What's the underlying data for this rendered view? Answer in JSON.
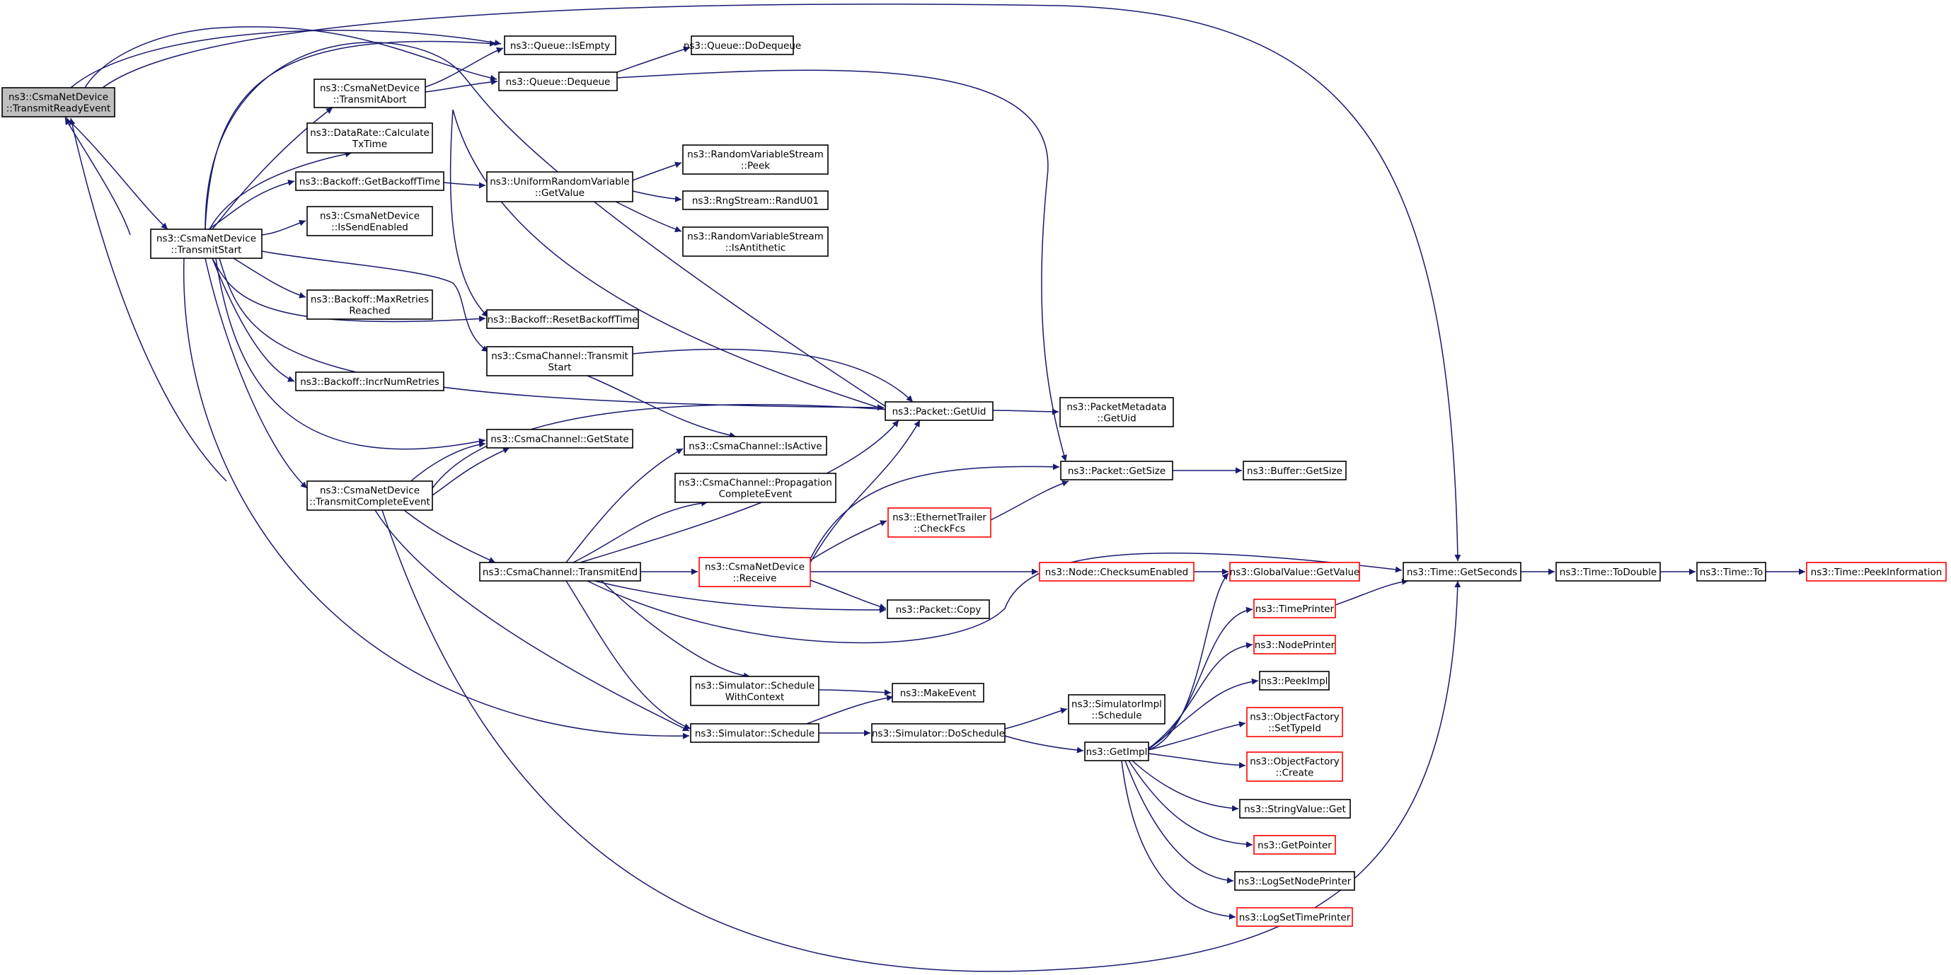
{
  "diagram": {
    "type": "call-graph",
    "nodes": [
      {
        "id": "transmitReady",
        "lines": [
          "ns3::CsmaNetDevice",
          "::TransmitReadyEvent"
        ],
        "style": "root"
      },
      {
        "id": "transmitStart",
        "lines": [
          "ns3::CsmaNetDevice",
          "::TransmitStart"
        ],
        "style": "normal"
      },
      {
        "id": "transmitAbort",
        "lines": [
          "ns3::CsmaNetDevice",
          "::TransmitAbort"
        ],
        "style": "normal"
      },
      {
        "id": "dataRate",
        "lines": [
          "ns3::DataRate::Calculate",
          "TxTime"
        ],
        "style": "normal"
      },
      {
        "id": "getBackoffTime",
        "lines": [
          "ns3::Backoff::GetBackoffTime"
        ],
        "style": "normal"
      },
      {
        "id": "isSendEnabled",
        "lines": [
          "ns3::CsmaNetDevice",
          "::IsSendEnabled"
        ],
        "style": "normal"
      },
      {
        "id": "maxRetries",
        "lines": [
          "ns3::Backoff::MaxRetries",
          "Reached"
        ],
        "style": "normal"
      },
      {
        "id": "incrNumRetries",
        "lines": [
          "ns3::Backoff::IncrNumRetries"
        ],
        "style": "normal"
      },
      {
        "id": "transmitComplete",
        "lines": [
          "ns3::CsmaNetDevice",
          "::TransmitCompleteEvent"
        ],
        "style": "normal"
      },
      {
        "id": "queueIsEmpty",
        "lines": [
          "ns3::Queue::IsEmpty"
        ],
        "style": "normal"
      },
      {
        "id": "queueDequeue",
        "lines": [
          "ns3::Queue::Dequeue"
        ],
        "style": "normal"
      },
      {
        "id": "queueDoDequeue",
        "lines": [
          "ns3::Queue::DoDequeue"
        ],
        "style": "normal"
      },
      {
        "id": "uniformGetValue",
        "lines": [
          "ns3::UniformRandomVariable",
          "::GetValue"
        ],
        "style": "normal"
      },
      {
        "id": "rvsPeek",
        "lines": [
          "ns3::RandomVariableStream",
          "::Peek"
        ],
        "style": "normal"
      },
      {
        "id": "randU01",
        "lines": [
          "ns3::RngStream::RandU01"
        ],
        "style": "normal"
      },
      {
        "id": "isAntithetic",
        "lines": [
          "ns3::RandomVariableStream",
          "::IsAntithetic"
        ],
        "style": "normal"
      },
      {
        "id": "resetBackoff",
        "lines": [
          "ns3::Backoff::ResetBackoffTime"
        ],
        "style": "normal"
      },
      {
        "id": "channelTransmitStart",
        "lines": [
          "ns3::CsmaChannel::Transmit",
          "Start"
        ],
        "style": "normal"
      },
      {
        "id": "getState",
        "lines": [
          "ns3::CsmaChannel::GetState"
        ],
        "style": "normal"
      },
      {
        "id": "transmitEnd",
        "lines": [
          "ns3::CsmaChannel::TransmitEnd"
        ],
        "style": "normal"
      },
      {
        "id": "isActive",
        "lines": [
          "ns3::CsmaChannel::IsActive"
        ],
        "style": "normal"
      },
      {
        "id": "propagation",
        "lines": [
          "ns3::CsmaChannel::Propagation",
          "CompleteEvent"
        ],
        "style": "normal"
      },
      {
        "id": "receive",
        "lines": [
          "ns3::CsmaNetDevice",
          "::Receive"
        ],
        "style": "ext"
      },
      {
        "id": "scheduleWithContext",
        "lines": [
          "ns3::Simulator::Schedule",
          "WithContext"
        ],
        "style": "normal"
      },
      {
        "id": "schedule",
        "lines": [
          "ns3::Simulator::Schedule"
        ],
        "style": "normal"
      },
      {
        "id": "getUid",
        "lines": [
          "ns3::Packet::GetUid"
        ],
        "style": "normal"
      },
      {
        "id": "getSize",
        "lines": [
          "ns3::Packet::GetSize"
        ],
        "style": "normal"
      },
      {
        "id": "checkFcs",
        "lines": [
          "ns3::EthernetTrailer",
          "::CheckFcs"
        ],
        "style": "ext"
      },
      {
        "id": "copy",
        "lines": [
          "ns3::Packet::Copy"
        ],
        "style": "normal"
      },
      {
        "id": "makeEvent",
        "lines": [
          "ns3::MakeEvent"
        ],
        "style": "normal"
      },
      {
        "id": "doSchedule",
        "lines": [
          "ns3::Simulator::DoSchedule"
        ],
        "style": "normal"
      },
      {
        "id": "metadataGetUid",
        "lines": [
          "ns3::PacketMetadata",
          "::GetUid"
        ],
        "style": "normal"
      },
      {
        "id": "bufferGetSize",
        "lines": [
          "ns3::Buffer::GetSize"
        ],
        "style": "normal"
      },
      {
        "id": "checksumEnabled",
        "lines": [
          "ns3::Node::ChecksumEnabled"
        ],
        "style": "ext"
      },
      {
        "id": "implSchedule",
        "lines": [
          "ns3::SimulatorImpl",
          "::Schedule"
        ],
        "style": "normal"
      },
      {
        "id": "getImpl",
        "lines": [
          "ns3::GetImpl"
        ],
        "style": "normal"
      },
      {
        "id": "globalGetValue",
        "lines": [
          "ns3::GlobalValue::GetValue"
        ],
        "style": "ext"
      },
      {
        "id": "timePrinter",
        "lines": [
          "ns3::TimePrinter"
        ],
        "style": "ext"
      },
      {
        "id": "nodePrinter",
        "lines": [
          "ns3::NodePrinter"
        ],
        "style": "ext"
      },
      {
        "id": "peekImpl",
        "lines": [
          "ns3::PeekImpl"
        ],
        "style": "normal"
      },
      {
        "id": "setTypeId",
        "lines": [
          "ns3::ObjectFactory",
          "::SetTypeId"
        ],
        "style": "ext"
      },
      {
        "id": "factoryCreate",
        "lines": [
          "ns3::ObjectFactory",
          "::Create"
        ],
        "style": "ext"
      },
      {
        "id": "stringGet",
        "lines": [
          "ns3::StringValue::Get"
        ],
        "style": "normal"
      },
      {
        "id": "getPointer",
        "lines": [
          "ns3::GetPointer"
        ],
        "style": "ext"
      },
      {
        "id": "logSetNode",
        "lines": [
          "ns3::LogSetNodePrinter"
        ],
        "style": "normal"
      },
      {
        "id": "logSetTime",
        "lines": [
          "ns3::LogSetTimePrinter"
        ],
        "style": "ext"
      },
      {
        "id": "getSeconds",
        "lines": [
          "ns3::Time::GetSeconds"
        ],
        "style": "normal"
      },
      {
        "id": "toDouble",
        "lines": [
          "ns3::Time::ToDouble"
        ],
        "style": "normal"
      },
      {
        "id": "timeTo",
        "lines": [
          "ns3::Time::To"
        ],
        "style": "normal"
      },
      {
        "id": "peekInformation",
        "lines": [
          "ns3::Time::PeekInformation"
        ],
        "style": "ext"
      }
    ]
  }
}
